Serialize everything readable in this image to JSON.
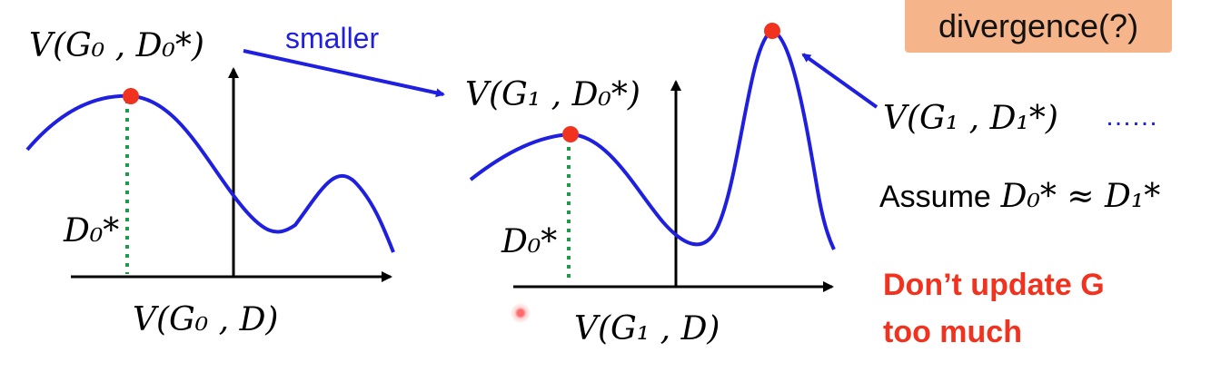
{
  "badge": {
    "text": "divergence(?)"
  },
  "arrow_label": "smaller",
  "left_plot": {
    "peak_label": "V(G₀ , D₀*)",
    "x_marker_label": "D₀*",
    "axis_label": "V(G₀ , D)"
  },
  "right_plot": {
    "peak_label": "V(G₁ , D₀*)",
    "x_marker_label": "D₀*",
    "axis_label": "V(G₁ , D)",
    "high_peak_label": "V(G₁ , D₁*)",
    "ellipsis": "……"
  },
  "assumption": {
    "prefix": "Assume",
    "expr": "D₀* ≈ D₁*"
  },
  "warning": {
    "line1": "Don’t update G",
    "line2": "too much"
  },
  "colors": {
    "curve": "#1f1fe0",
    "point": "#f0321e",
    "marker": "#1f9a4a",
    "badge": "#f6b48a",
    "warning": "#f0321e"
  }
}
